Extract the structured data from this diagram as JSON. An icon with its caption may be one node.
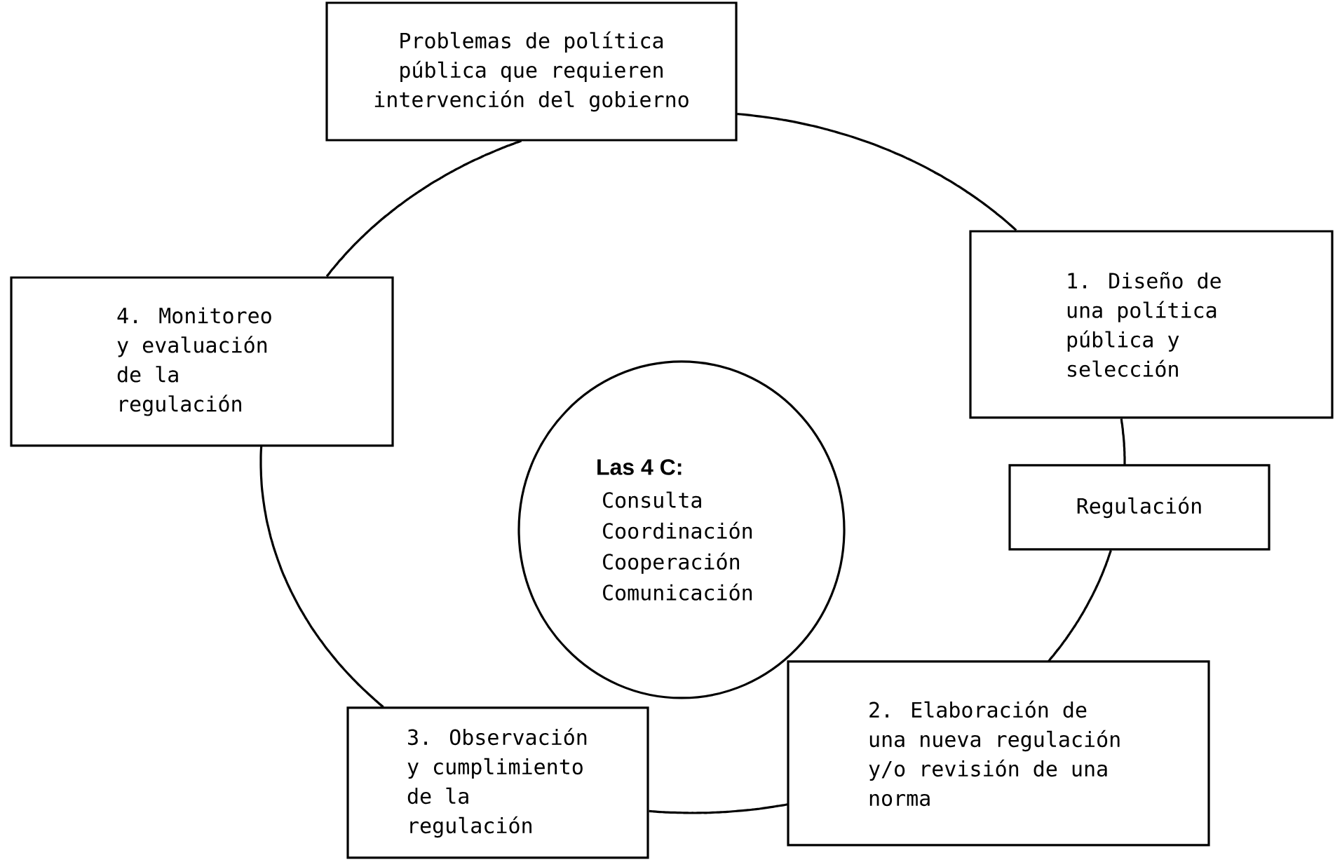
{
  "diagram": {
    "nodes": [
      {
        "text": [
          "Problemas de política pública que requieren intervención del gobierno"
        ]
      },
      {
        "text": [
          "1. Diseño de una política pública y selección"
        ]
      },
      {
        "text": [
          "Regulación"
        ]
      },
      {
        "text": [
          "2. Elaboración de una nueva regulación y/o revisión de una norma"
        ]
      },
      {
        "text": [
          "3. Observación y cumplimiento de la regulación"
        ]
      },
      {
        "text": [
          "4. Monitoreo y evaluación de la regulación"
        ]
      },
      {
        "text": [
          "Las 4 C:",
          "Consulta Coordinación Cooperación Comunicación"
        ]
      }
    ],
    "edges": [
      {
        "from": 0,
        "to": 1,
        "arrow": "none"
      },
      {
        "from": 1,
        "to": 2,
        "arrow": "none"
      },
      {
        "from": 2,
        "to": 3,
        "arrow": "none"
      },
      {
        "from": 3,
        "to": 4,
        "arrow": "none"
      },
      {
        "from": 4,
        "to": 5,
        "arrow": "none"
      },
      {
        "from": 5,
        "to": 0,
        "arrow": "none"
      }
    ]
  }
}
